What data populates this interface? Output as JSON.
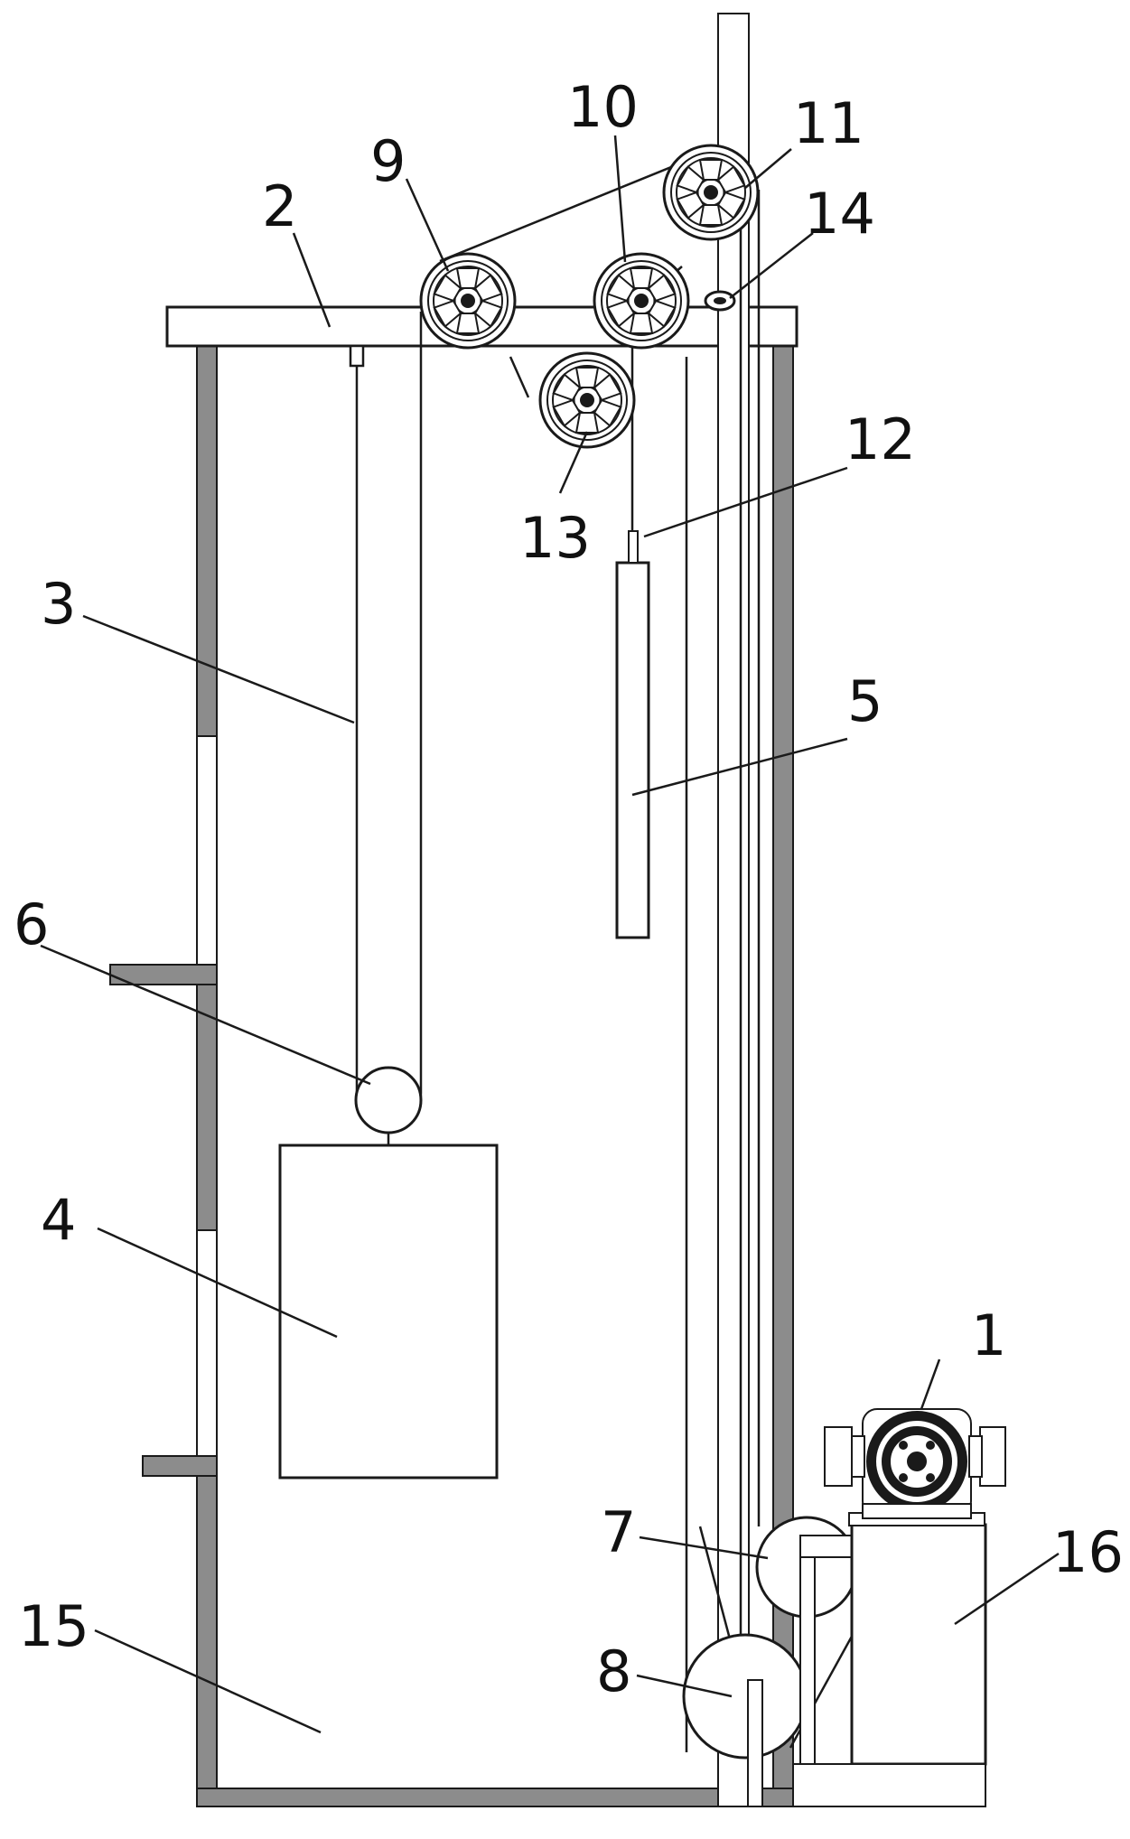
{
  "labels": {
    "l1": "1",
    "l2": "2",
    "l3": "3",
    "l4": "4",
    "l5": "5",
    "l6": "6",
    "l7": "7",
    "l8": "8",
    "l9": "9",
    "l10": "10",
    "l11": "11",
    "l12": "12",
    "l13": "13",
    "l14": "14",
    "l15": "15",
    "l16": "16"
  },
  "colors": {
    "line": "#1a1a1a",
    "wall": "#8c8c8c",
    "background": "#ffffff"
  }
}
